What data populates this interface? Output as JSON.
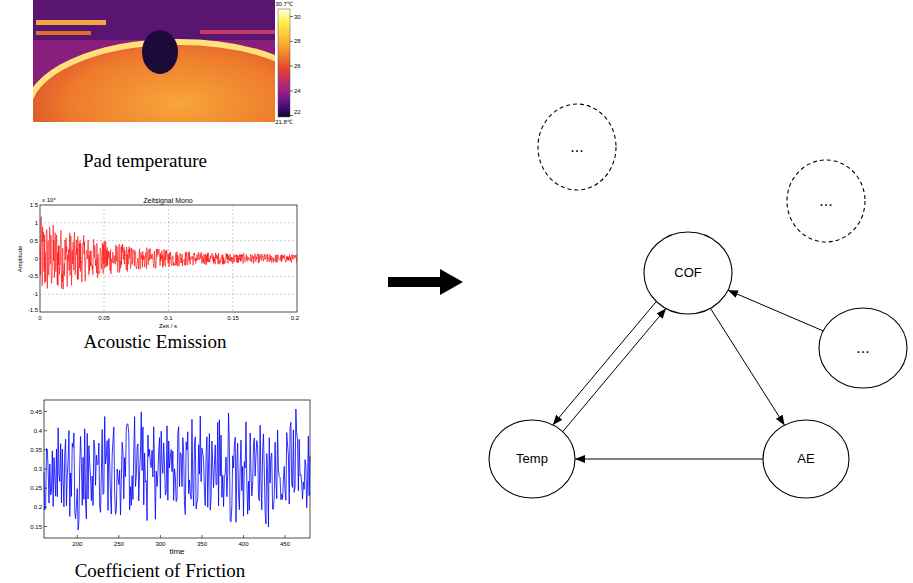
{
  "diagram": {
    "nodes": [
      {
        "text": [
          "..."
        ]
      },
      {
        "text": [
          "..."
        ]
      },
      {
        "text": [
          "COF"
        ]
      },
      {
        "text": [
          "..."
        ]
      },
      {
        "text": [
          "Temp"
        ]
      },
      {
        "text": [
          "AE"
        ]
      }
    ],
    "edges": [
      {
        "from": 2,
        "to": 4,
        "arrow": "to"
      },
      {
        "from": 4,
        "to": 2,
        "arrow": "to"
      },
      {
        "from": 2,
        "to": 5,
        "arrow": "to"
      },
      {
        "from": 5,
        "to": 4,
        "arrow": "to"
      },
      {
        "from": 3,
        "to": 2,
        "arrow": "to"
      }
    ],
    "labels": [
      "30.7℃",
      "30",
      "28",
      "26",
      "24",
      "22",
      "21.8℃",
      "Pad temperature",
      "x 10⁴",
      "Zeitsignal Mono",
      "1.5",
      "1",
      "0.5",
      "0",
      "-0.5",
      "-1",
      "-1.5",
      "Amplitude",
      "0",
      "0.05",
      "0.1",
      "0.15",
      "0.2",
      "Zeit / s",
      "Acoustic Emission",
      "0.45",
      "0.4",
      "0.35",
      "0.3",
      "0.25",
      "0.2",
      "0.15",
      "200",
      "250",
      "300",
      "350",
      "400",
      "450",
      "time",
      "Coefficient of Friction"
    ]
  }
}
